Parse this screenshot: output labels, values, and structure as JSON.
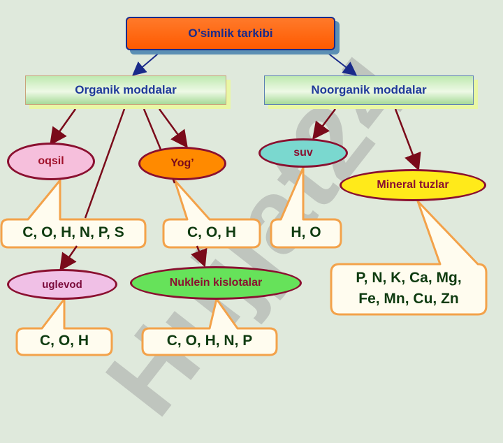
{
  "watermark": "Hujjat24",
  "title": "O’simlik tarkibi",
  "categories": {
    "organic": "Organik moddalar",
    "inorganic": "Noorganik moddalar"
  },
  "substances": {
    "oqsil": {
      "label": "oqsil",
      "elements": "C, O, H, N, P, S"
    },
    "yog": {
      "label": "Yog’",
      "elements": "C, O, H"
    },
    "suv": {
      "label": "suv",
      "elements": "H, O"
    },
    "mineral": {
      "label": "Mineral tuzlar",
      "elements_line1": "P, N, K, Ca, Mg,",
      "elements_line2": "Fe, Mn, Cu, Zn"
    },
    "uglevod": {
      "label": "uglevod",
      "elements": "C, O, H"
    },
    "nuklein": {
      "label": "Nuklein kislotalar",
      "elements": "C, O, H, N, P"
    }
  },
  "colors": {
    "title_fill": "#ff5a00",
    "arrow_blue": "#1a2a8a",
    "arrow_red": "#7a0a1a",
    "callout_border": "#f3a24a",
    "callout_fill": "#fffcef"
  }
}
